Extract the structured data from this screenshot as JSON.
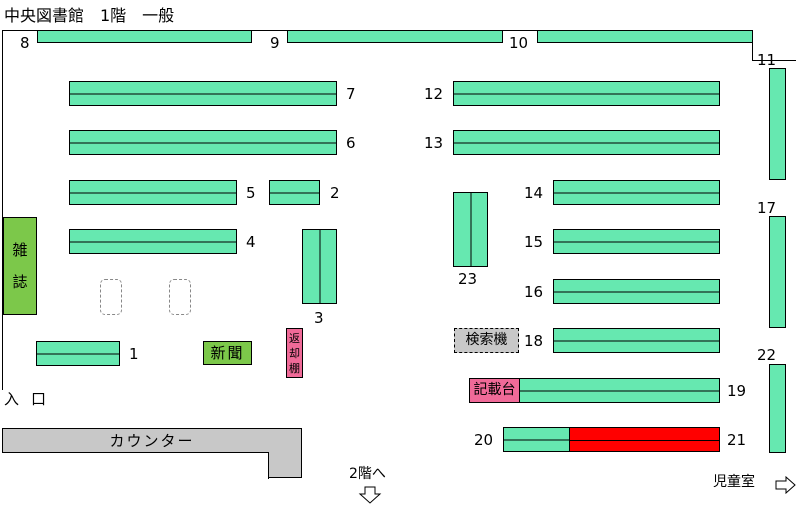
{
  "title": "中央図書館　1階　一般",
  "shelf_numbers": {
    "n1": "1",
    "n2": "2",
    "n3": "3",
    "n4": "4",
    "n5": "5",
    "n6": "6",
    "n7": "7",
    "n8": "8",
    "n9": "9",
    "n10": "10",
    "n11": "11",
    "n12": "12",
    "n13": "13",
    "n14": "14",
    "n15": "15",
    "n16": "16",
    "n17": "17",
    "n18": "18",
    "n19": "19",
    "n20": "20",
    "n21": "21",
    "n22": "22",
    "n23": "23"
  },
  "areas": {
    "magazine_line1": "雑",
    "magazine_line2": "誌",
    "newspaper": "新聞",
    "return_line1": "返",
    "return_line2": "却",
    "return_line3": "棚",
    "search_terminal": "検索機",
    "writing_desk": "記載台",
    "counter": "カウンター",
    "entrance": "入口",
    "second_floor": "2階へ",
    "children_room": "児童室"
  },
  "colors": {
    "shelf": "#66e8b0",
    "magazine": "#7cc84a",
    "return_shelf": "#f06a98",
    "search_terminal": "#c8c8c8",
    "highlight_shelf": "#ff0000"
  }
}
